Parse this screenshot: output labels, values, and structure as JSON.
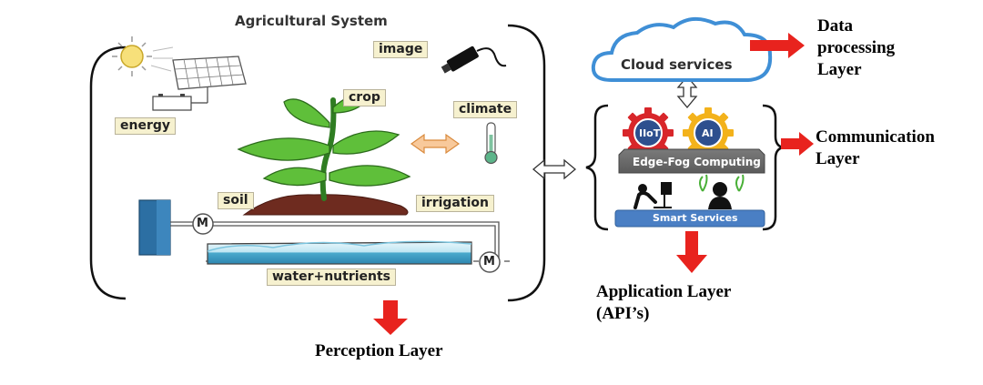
{
  "perception": {
    "title": "Agricultural System",
    "labels": {
      "image": "image",
      "crop": "crop",
      "energy": "energy",
      "climate": "climate",
      "soil": "soil",
      "irrigation": "irrigation",
      "water": "water+nutrients",
      "motor": "M"
    },
    "layer_name": "Perception Layer"
  },
  "cloud": {
    "label": "Cloud services",
    "layer_name_line1": "Data",
    "layer_name_line2": "processing",
    "layer_name_line3": "Layer"
  },
  "communication": {
    "iiot": "IIoT",
    "ai": "AI",
    "edge_fog": "Edge-Fog Computing",
    "smart_services": "Smart Services",
    "layer_name_line1": "Communication",
    "layer_name_line2": "Layer"
  },
  "application": {
    "layer_name_line1": "Application Layer",
    "layer_name_line2": "(API’s)"
  },
  "colors": {
    "arrow_red": "#e8231e",
    "cloud_blue": "#3f8fd6",
    "gear_red": "#d8262a",
    "gear_yellow": "#f3b21b",
    "panel_blue": "#4a7fc4",
    "leaf_green": "#5fbf3a",
    "water_blue": "#3d9fc6",
    "soil_brown": "#6e2b1f"
  }
}
